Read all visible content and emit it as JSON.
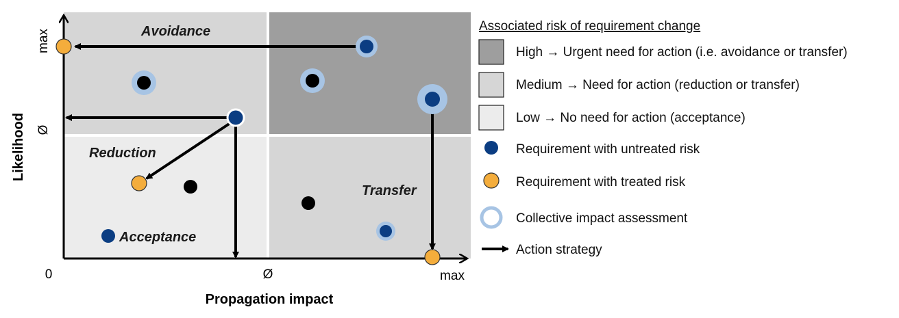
{
  "axes": {
    "y_title": "Likelihood",
    "x_title": "Propagation impact",
    "y_max": "max",
    "y_mid": "Ø",
    "x_origin": "0",
    "x_mid": "Ø",
    "x_max": "max"
  },
  "regions": {
    "avoidance": "Avoidance",
    "reduction": "Reduction",
    "acceptance": "Acceptance",
    "transfer": "Transfer"
  },
  "legend": {
    "title": "Associated risk of requirement change",
    "high": "High → Urgent need for action (i.e. avoidance or transfer)",
    "medium": "Medium → Need for action (reduction or transfer)",
    "low": "Low → No need for action (acceptance)",
    "untreated": "Requirement with untreated risk",
    "treated": "Requirement with treated risk",
    "collective": "Collective impact assessment",
    "action": "Action strategy"
  },
  "colors": {
    "high": "#9e9e9e",
    "medium": "#d6d6d6",
    "low": "#ececec",
    "untreated": "#0b3d82",
    "treated": "#f4ad3c",
    "collective_ring": "#a7c4e4",
    "neutral_point": "#000000"
  }
}
